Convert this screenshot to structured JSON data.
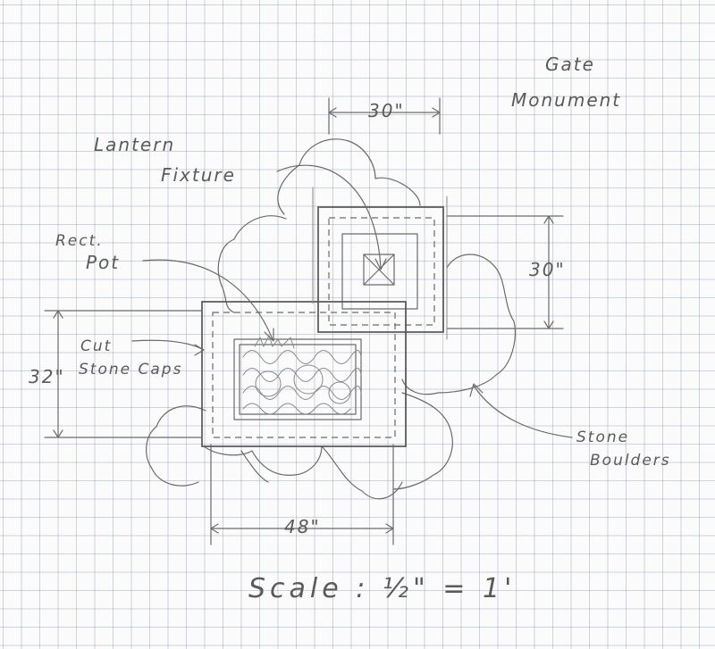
{
  "title": {
    "line1": "Gate",
    "line2": "Monument"
  },
  "labels": {
    "lantern_line1": "Lantern",
    "lantern_line2": "Fixture",
    "pot_line1": "Rect.",
    "pot_line2": "Pot",
    "cut_line1": "Cut",
    "cut_line2": "Stone Caps",
    "boulders_line1": "Stone",
    "boulders_line2": "Boulders"
  },
  "dimensions": {
    "top_width": "30\"",
    "right_height": "30\"",
    "left_height": "32\"",
    "bottom_width": "48\""
  },
  "scale": {
    "text": "Scale : ½\" = 1'"
  },
  "colors": {
    "paper": "#fbfbfb",
    "grid": "#96a0af",
    "pencil": "#6b6b6b"
  }
}
